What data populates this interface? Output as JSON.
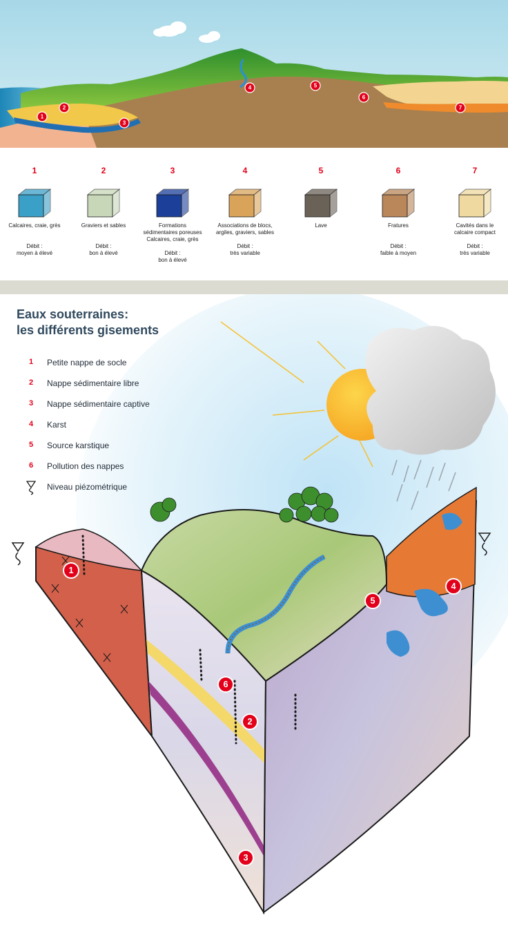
{
  "top_badges": [
    "1",
    "2",
    "3",
    "4",
    "5",
    "6",
    "7"
  ],
  "legend": [
    {
      "number": "1",
      "label": "Calcaires, craie, grès",
      "debit": "Débit :\nmoyen à élevé",
      "cube_color": "#3aa0c8"
    },
    {
      "number": "2",
      "label": "Graviers et sables",
      "debit": "Débit :\nbon à élevé",
      "cube_color": "#c8d7b8"
    },
    {
      "number": "3",
      "label": "Formations\nsédimentaires poreuses\nCalcaires, craie, grès",
      "debit": "Débit :\nbon à élevé",
      "cube_color": "#1c3f9a"
    },
    {
      "number": "4",
      "label": "Associations de blocs,\nargiles, graviers, sables",
      "debit": "Débit :\ntrès variable",
      "cube_color": "#d9a45a"
    },
    {
      "number": "5",
      "label": "Lave",
      "debit": "",
      "cube_color": "#6a6257"
    },
    {
      "number": "6",
      "label": "Fratures",
      "debit": "Débit :\nfaible à moyen",
      "cube_color": "#b9875a"
    },
    {
      "number": "7",
      "label": "Cavités dans le\ncalcaire compact",
      "debit": "Débit :\ntrès variable",
      "cube_color": "#f0d9a0"
    }
  ],
  "title_line1": "Eaux souterraines:",
  "title_line2": "les différents gisements",
  "key": [
    {
      "number": "1",
      "text": "Petite nappe de socle"
    },
    {
      "number": "2",
      "text": "Nappe sédimentaire libre"
    },
    {
      "number": "3",
      "text": "Nappe sédimentaire captive"
    },
    {
      "number": "4",
      "text": "Karst"
    },
    {
      "number": "5",
      "text": "Source karstique"
    },
    {
      "number": "6",
      "text": "Pollution des nappes"
    },
    {
      "icon": "piezometric-level-icon",
      "text": "Niveau piézométrique"
    }
  ],
  "block_badges": [
    "1",
    "2",
    "3",
    "4",
    "5",
    "6"
  ],
  "colors": {
    "badge_red": "#e2001a",
    "title_blue": "#30495e",
    "sky": "#a9d9e8",
    "divider": "#dcdbd2"
  }
}
